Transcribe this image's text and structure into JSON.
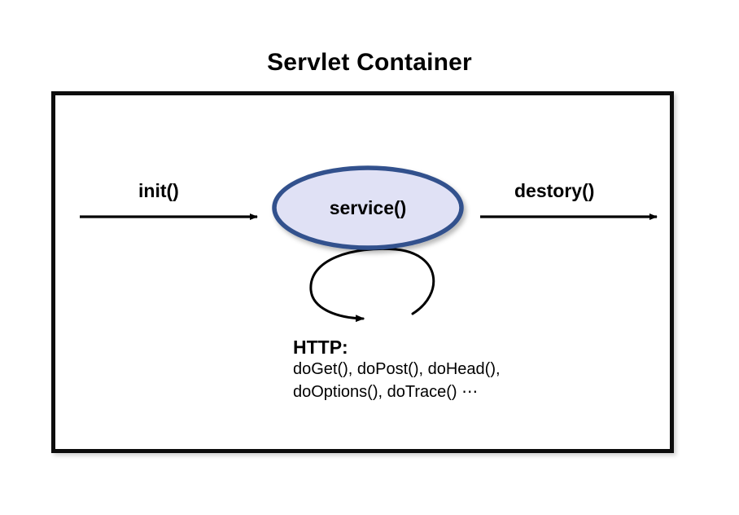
{
  "diagram": {
    "title": "Servlet Container",
    "container": {
      "name": "servlet-container-box",
      "border_color": "#0d0d0d"
    },
    "node": {
      "label": "service()",
      "shape": "ellipse",
      "fill_color": "#e0e1f5",
      "stroke_color": "#33518d"
    },
    "edges": {
      "incoming": {
        "label": "init()",
        "direction": "left-to-right"
      },
      "outgoing": {
        "label": "destory()",
        "direction": "left-to-right"
      },
      "self_loop": {
        "label": "",
        "icon": "self-loop-arrow-icon"
      }
    },
    "http_note": {
      "heading": "HTTP:",
      "methods_lines": [
        "doGet(), doPost(), doHead(),",
        "doOptions(), doTrace() ⋯"
      ]
    }
  }
}
